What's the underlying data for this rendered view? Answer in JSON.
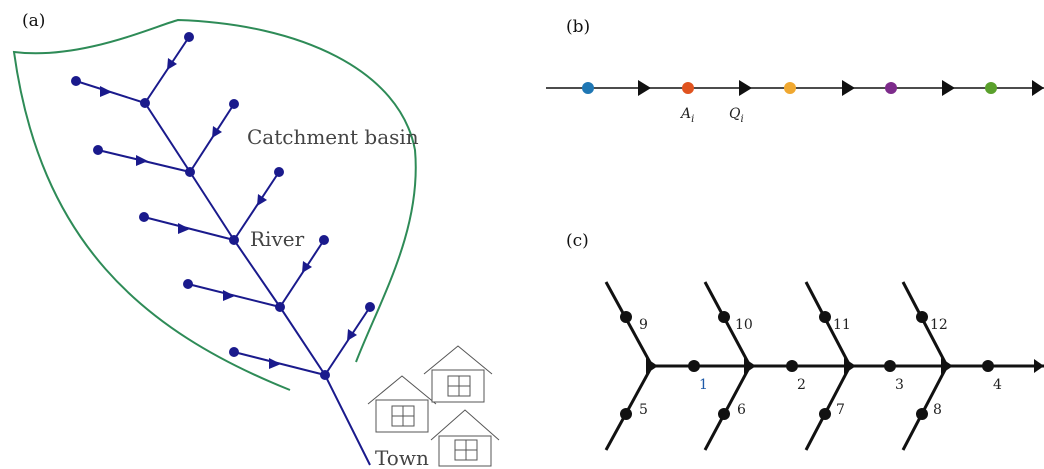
{
  "panels": {
    "a": {
      "label": "(a)",
      "texts": {
        "catchment": "Catchment basin",
        "river": "River",
        "town": "Town"
      },
      "colors": {
        "boundary": "#2e8b57",
        "river": "#1a1a8c",
        "house": "#555555"
      }
    },
    "b": {
      "label": "(b)",
      "node_label": {
        "main": "A",
        "sub": "i"
      },
      "edge_label": {
        "main": "Q",
        "sub": "i"
      },
      "node_colors": [
        "#1f77b4",
        "#e0531f",
        "#f0a830",
        "#7d2b8b",
        "#5aa02c"
      ]
    },
    "c": {
      "label": "(c)",
      "main_edge_labels": [
        "1",
        "2",
        "3",
        "4"
      ],
      "upper_tributary_labels": [
        "9",
        "10",
        "11",
        "12"
      ],
      "lower_tributary_labels": [
        "5",
        "6",
        "7",
        "8"
      ]
    }
  }
}
